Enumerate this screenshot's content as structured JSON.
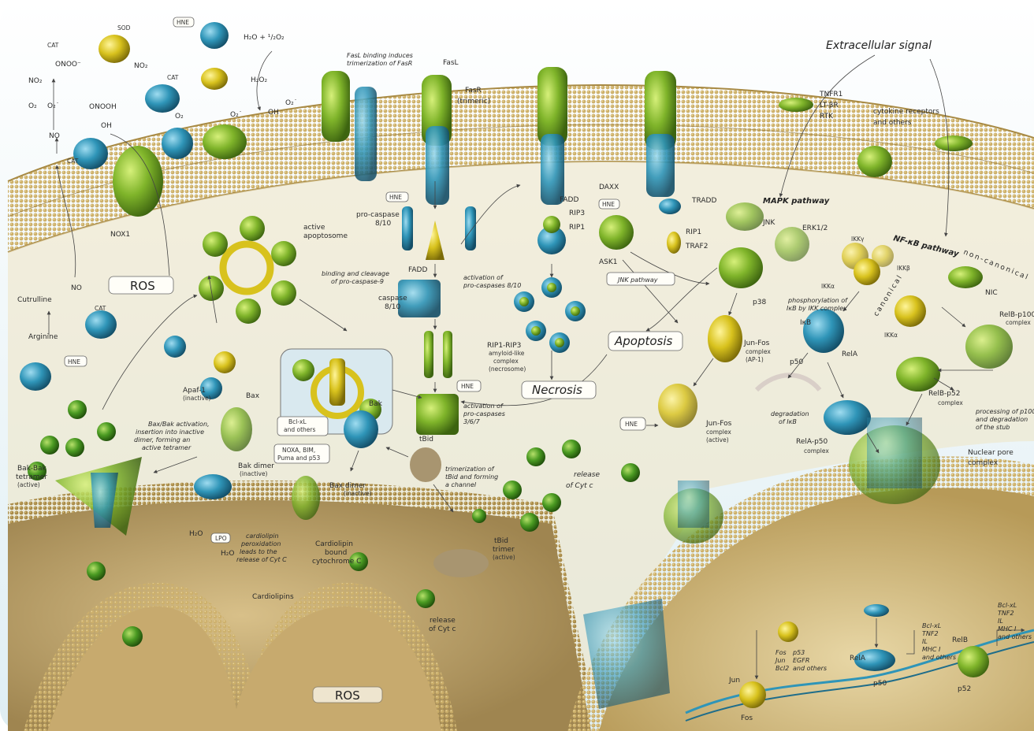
{
  "signal": {
    "extracellular": "Extracellular signal"
  },
  "ros_module": {
    "sod": "SOD",
    "cat": "CAT",
    "hne": "HNE",
    "h2o_half_o2": "H₂O + ¹/₂O₂",
    "h2o2": "H₂O₂",
    "onoo": "ONOO⁻",
    "no2": "NO₂",
    "onooh": "ONOOH",
    "oh": "OH",
    "o2": "O₂",
    "o2_rad": "O₂˙",
    "no": "NO",
    "nox1": "NOX1",
    "ros": "ROS",
    "arginine": "Arginine",
    "cutrulline": "Cutrulline"
  },
  "fas_module": {
    "fasl_note": "FasL binding induces trimerization of FasR",
    "fasl": "FasL",
    "fasr": "FasR",
    "fasr_sub": "(trimeric)",
    "pro_caspase": "pro-caspase",
    "pro_caspase_num": "8/10",
    "fadd": "FADD",
    "activation_note": "activation of pro-caspases 8/10",
    "caspase": "caspase",
    "caspase_num": "8/10",
    "activation_367": "activation of pro-caspases 3/6/7"
  },
  "necrosis_module": {
    "fadd": "FADD",
    "rip3": "RIP3",
    "rip1": "RIP1",
    "ripcomplex": "RIP1-RIP3",
    "amyloid": "amyloid-like",
    "complex": "complex",
    "necrosome": "(necrosome)",
    "necrosis": "Necrosis"
  },
  "apoptosome": {
    "active": "active",
    "apoptosome": "apoptosome",
    "binding_note": "binding and cleavage of pro-caspase-9",
    "apaf": "Apaf-1",
    "apaf_sub": "(inactive)"
  },
  "bcl_module": {
    "bax": "Bax",
    "bak": "Bak",
    "bcl": "Bcl-xL",
    "bcl_others": "and others",
    "noxa": "NOXA, BIM,",
    "puma": "Puma and p53",
    "bakbak": "Bak-Bak",
    "tetramer": "tetramer",
    "active": "(active)",
    "activation_note": "Bax/Bak activation, insertion into inactive dimer, forming an active tetramer",
    "bak_dimer": "Bak dimer",
    "bax_dimer": "Bax dimer",
    "inactive": "(inactive)",
    "tbid": "tBid",
    "tbid_note": "trimerization of tBid and forming a channel",
    "release": "release",
    "of_cytc": "of Cyt c",
    "tbid_trimer": "tBid",
    "trimer": "trimer",
    "h2o": "H₂O",
    "lpo": "LPO",
    "cardio_note": "cardiolipin peroxidation leads to the release of Cyt C",
    "cardio_bound": "Cardiolipin",
    "bound": "bound",
    "cytc": "cytochrome C",
    "cardiolipins": "Cardiolipins",
    "ros": "ROS"
  },
  "mapk_module": {
    "daxx": "DAXX",
    "hne": "HNE",
    "ask1": "ASK1",
    "tradd": "TRADD",
    "rip1": "RIP1",
    "traf2": "TRAF2",
    "mapk": "MAPK pathway",
    "jnk": "JNK",
    "erk": "ERK1/2",
    "jnk_path": "JNK pathway",
    "p38": "p38",
    "apoptosis": "Apoptosis",
    "junfos": "Jun-Fos",
    "complex": "complex",
    "ap1": "(AP-1)",
    "active": "(active)"
  },
  "receptors": {
    "tnfr1": "TNFR1",
    "ltbr": "LT-βR",
    "rtk": "RTK",
    "cytokine": "cytokine receptors",
    "others": "and others"
  },
  "nfkb_module": {
    "nfkb": "NF-κB pathway",
    "noncanon": "non-canonical",
    "canon": "canonical",
    "ikkg": "IKKγ",
    "ikka": "IKKα",
    "ikkb": "IKKβ",
    "nic": "NIC",
    "phospho_note": "phosphorylation of IκB by IKK complex",
    "ikb": "IκB",
    "p50": "p50",
    "rela": "RelA",
    "relb_p100": "RelB-p100",
    "complex": "complex",
    "degradation": "degradation of IκB",
    "relb_p52": "RelB-p52",
    "rela_p50": "RelA-p50",
    "processing_note": "processing of p100 and degradation of the stub",
    "nuclear_pore": "Nuclear pore",
    "np_complex": "complex"
  },
  "nucleus": {
    "jun": "Jun",
    "fos": "Fos",
    "targets_fos": [
      "Fos",
      "Jun",
      "Bcl2"
    ],
    "targets_p53": [
      "p53",
      "EGFR",
      "and others"
    ],
    "rela": "RelA",
    "p50": "p50",
    "relb": "RelB",
    "p52": "p52",
    "targets_rela": [
      "Bcl-xL",
      "TNF2",
      "IL",
      "MHC I",
      "and others"
    ],
    "targets_relb": [
      "Bcl-xL",
      "TNF2",
      "IL",
      "MHC I",
      "and others"
    ]
  },
  "colors": {
    "membrane": "#c9a85c",
    "membrane_dark": "#9e7e38",
    "cytoplasm": "#efe3c2",
    "blue_protein": "#2f95b8",
    "green_protein": "#7fb42a",
    "yellow_protein": "#d8c21d",
    "cytc": "#4a9a22",
    "background": "#eaf3f6"
  }
}
